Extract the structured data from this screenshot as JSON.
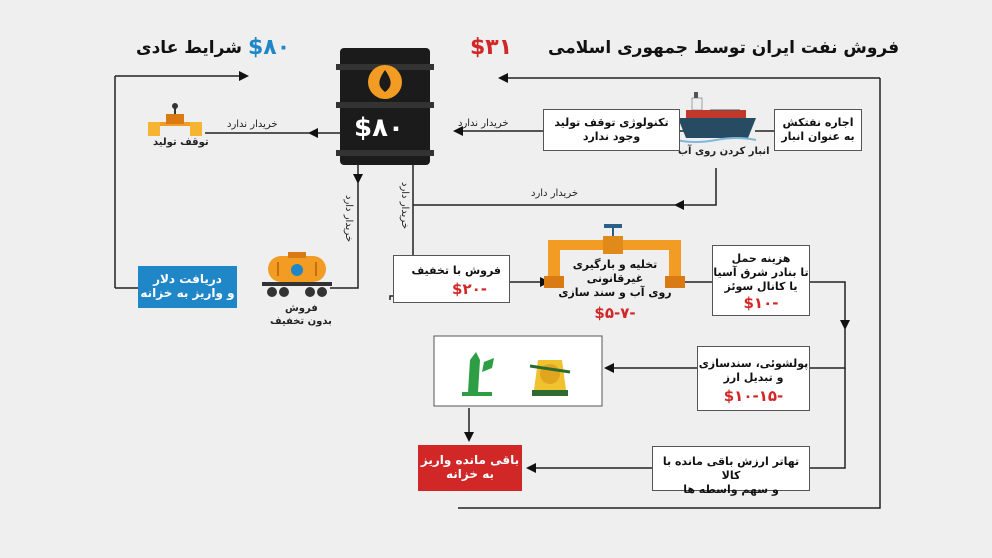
{
  "header": {
    "title": "فروش نفت ایران توسط جمهوری اسلامی",
    "price_iran": "$۳۱",
    "normal_label": "شرایط عادی",
    "price_normal": "$۸۰"
  },
  "barrel": {
    "price": "$۸۰"
  },
  "labels": {
    "no_buyer_left": "خریدار ندارد",
    "no_buyer_right": "خریدار ندارد",
    "has_buyer_h": "خریدار دارد",
    "has_buyer_v1": "خریدار دارد",
    "has_buyer_v2": "خریدار دارد",
    "stop_production": "توقف تولید",
    "floating_storage": "انبار کردن روی آب",
    "sale_no_discount": [
      "فروش",
      "بدون تخفیف"
    ]
  },
  "boxes": {
    "tanker_lease": [
      "اجاره نفتکش",
      "به عنوان انبار"
    ],
    "tech_stop": [
      "تکنولوژی توقف تولید",
      "وجود ندارد"
    ],
    "discount_sale": {
      "text": "فروش با تخفیف",
      "price": "-$۲۰"
    },
    "unload": {
      "lines": [
        "تخلیه و بارگیری غیرقانونی",
        "روی آب و سند سازی"
      ],
      "price": "-$۵-۷"
    },
    "transport": {
      "lines": [
        "هزینه حمل",
        "تا بنادر شرق آسیا",
        "یا کانال سوئز"
      ],
      "price": "-$۱۰"
    },
    "laundering": {
      "lines": [
        "پولشوئی، سندسازی",
        "و تبدیل ارز"
      ],
      "price": "-$۱۰-۱۵"
    },
    "barter": [
      "تهاتر ارزش باقی مانده با کالا",
      "و سهم واسطه ها"
    ],
    "dollar_treasury": [
      "دریافت دلار",
      "و واریز به خزانه"
    ],
    "remain_treasury": [
      "باقی مانده واریز",
      "به خزانه"
    ]
  },
  "colors": {
    "red": "#d12727",
    "blue": "#1f86c8",
    "orange": "#f39c24",
    "dark": "#1b1b1b"
  }
}
